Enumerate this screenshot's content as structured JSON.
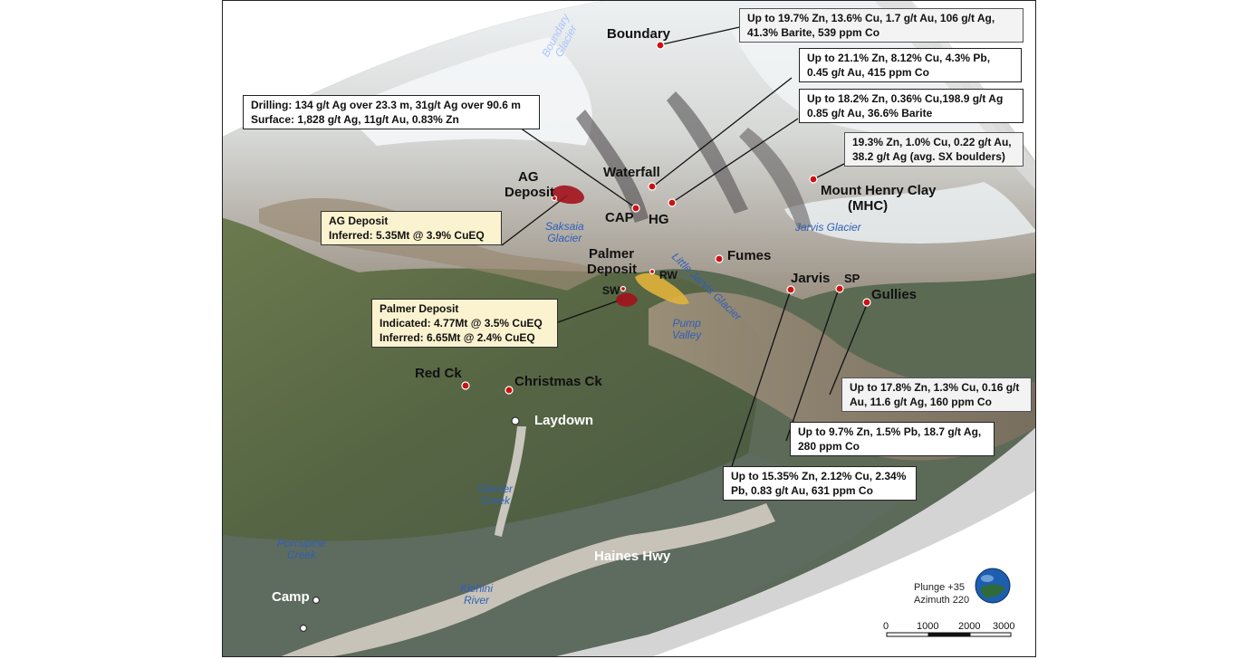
{
  "map": {
    "places": {
      "boundary": "Boundary",
      "ag_deposit": [
        "AG",
        "Deposit"
      ],
      "waterfall": "Waterfall",
      "cap": "CAP",
      "hg": "HG",
      "mhc": [
        "Mount Henry Clay",
        "(MHC)"
      ],
      "fumes": "Fumes",
      "palmer_deposit": [
        "Palmer",
        "Deposit"
      ],
      "rw": "RW",
      "sw": "SW",
      "jarvis": "Jarvis",
      "sp": "SP",
      "gullies": "Gullies",
      "red_ck": "Red Ck",
      "christmas_ck": "Christmas Ck",
      "laydown": "Laydown",
      "haines_hwy": "Haines Hwy",
      "camp": "Camp"
    },
    "features": {
      "boundary_glacier": [
        "Boundary",
        "Glacier"
      ],
      "saksaia_glacier": [
        "Saksaia",
        "Glacier"
      ],
      "jarvis_glacier": "Jarvis Glacier",
      "little_jarvis_glacier": "Little Jarvis Glacier",
      "pump_valley": [
        "Pump",
        "Valley"
      ],
      "glacier_creek": [
        "Glacier",
        "Creek"
      ],
      "porcupine_creek": [
        "Porcupine",
        "Creek"
      ],
      "klehini_river": [
        "Klehini",
        "River"
      ]
    },
    "callouts": {
      "boundary": [
        "Up to 19.7% Zn, 13.6% Cu, 1.7 g/t Au, 106 g/t Ag,",
        "41.3% Barite, 539 ppm Co"
      ],
      "waterfall": [
        "Up to 21.1% Zn, 8.12% Cu, 4.3% Pb,",
        "0.45 g/t Au, 415 ppm Co"
      ],
      "hg": [
        "Up to 18.2% Zn, 0.36% Cu,198.9 g/t Ag",
        "0.85 g/t Au, 36.6% Barite"
      ],
      "mhc": [
        "19.3% Zn, 1.0% Cu, 0.22 g/t Au,",
        "38.2 g/t Ag (avg. SX boulders)"
      ],
      "drilling": [
        "Drilling: 134 g/t Ag over 23.3 m, 31g/t Ag over 90.6 m",
        "Surface: 1,828 g/t Ag, 11g/t Au, 0.83% Zn"
      ],
      "ag_deposit": [
        "AG Deposit",
        "Inferred: 5.35Mt @ 3.9% CuEQ"
      ],
      "palmer_deposit": [
        "Palmer Deposit",
        "Indicated: 4.77Mt @ 3.5% CuEQ",
        "Inferred: 6.65Mt @ 2.4% CuEQ"
      ],
      "gullies": [
        "Up to 17.8% Zn, 1.3% Cu, 0.16 g/t",
        "Au, 11.6 g/t Ag, 160 ppm Co"
      ],
      "sp": [
        "Up to 9.7% Zn, 1.5% Pb, 18.7 g/t Ag,",
        "280 ppm Co"
      ],
      "jarvis": [
        "Up to 15.35% Zn, 2.12% Cu, 2.34%",
        "Pb, 0.83 g/t Au, 631 ppm Co"
      ]
    },
    "view": {
      "plunge": "Plunge +35",
      "azimuth": "Azimuth 220"
    },
    "scale_bar": {
      "ticks": [
        "0",
        "1000",
        "2000",
        "3000"
      ]
    },
    "colors": {
      "showing_marker": "#cc1111",
      "deposit_red": "#a3121c",
      "deposit_yellow": "#e0b23c",
      "glacier_label": "#2f5fb8",
      "callout_yellow": "#fbf3cf"
    }
  }
}
